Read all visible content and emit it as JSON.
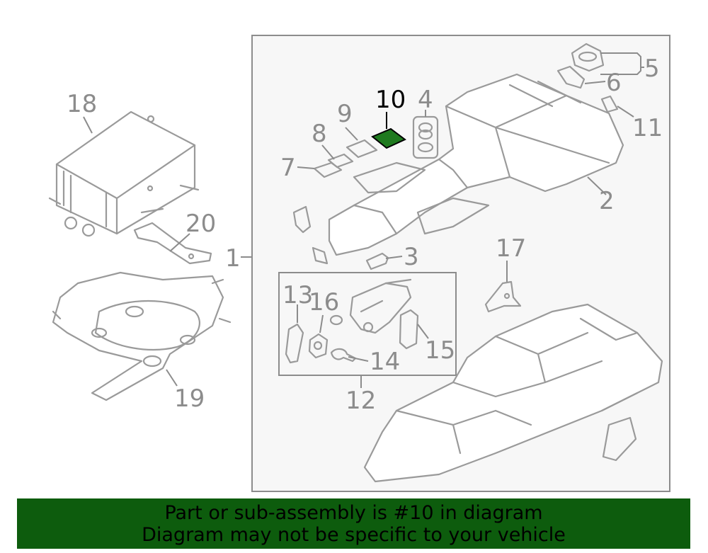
{
  "diagram": {
    "highlight_part": "10",
    "highlight_color": "#1f7a1f",
    "banner_color": "#0d5c0d",
    "callouts": {
      "c1": "1",
      "c2": "2",
      "c3": "3",
      "c4": "4",
      "c5": "5",
      "c6": "6",
      "c7": "7",
      "c8": "8",
      "c9": "9",
      "c10": "10",
      "c11": "11",
      "c12": "12",
      "c13": "13",
      "c14": "14",
      "c15": "15",
      "c16": "16",
      "c17": "17",
      "c18": "18",
      "c19": "19",
      "c20": "20"
    }
  },
  "banner": {
    "line1": "Part or sub-assembly is #10 in diagram",
    "line2": "Diagram may not be specific to your vehicle"
  }
}
